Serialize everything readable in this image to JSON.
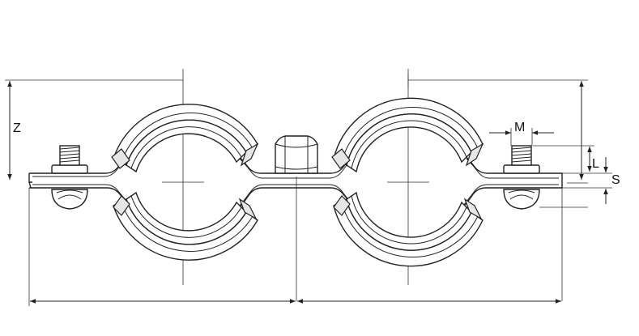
{
  "labels": {
    "z": "Z",
    "m": "M",
    "l": "L",
    "s": "S"
  }
}
